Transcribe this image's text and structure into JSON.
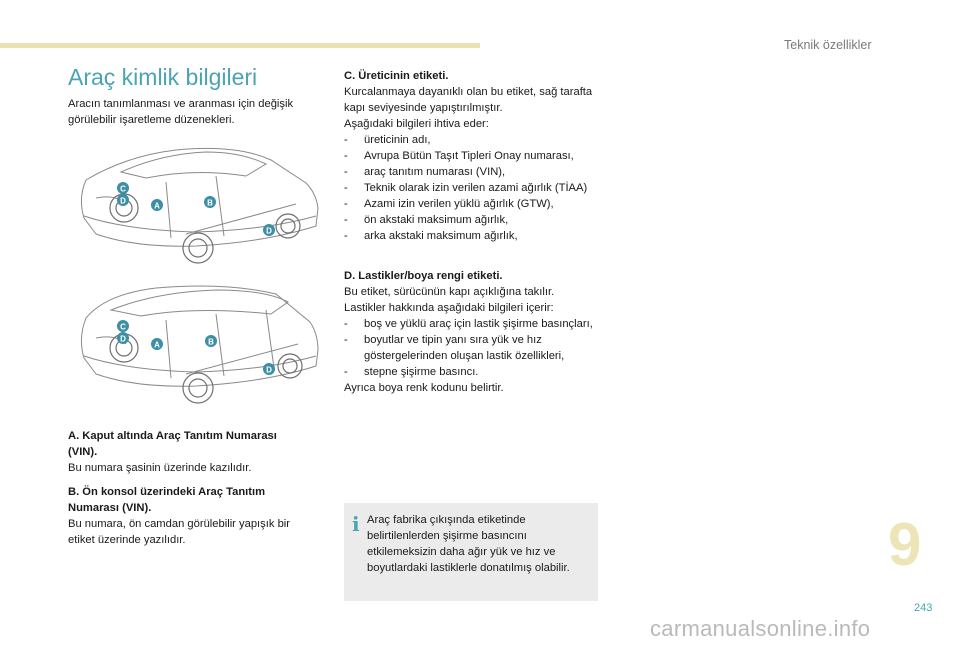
{
  "header": {
    "section": "Teknik özellikler"
  },
  "title": "Araç kimlik bilgileri",
  "intro": "Aracın tanımlanması ve aranması için değişik görülebilir işaretleme düzenekleri.",
  "markers": {
    "a": "A",
    "b": "B",
    "c": "C",
    "d": "D"
  },
  "colors": {
    "accent": "#4ba3b4",
    "band": "#e9e3b4",
    "marker": "#3d8fa6"
  },
  "block_a": {
    "title": "A. Kaput altında Araç Tanıtım Numarası (VIN).",
    "text": "Bu numara şasinin üzerinde kazılıdır."
  },
  "block_b": {
    "title": "B. Ön konsol üzerindeki Araç Tanıtım Numarası (VIN).",
    "text": "Bu numara, ön camdan görülebilir yapışık bir etiket üzerinde yazılıdır."
  },
  "block_c": {
    "title": "C. Üreticinin etiketi.",
    "p1": "Kurcalanmaya dayanıklı olan bu etiket, sağ tarafta kapı seviyesinde yapıştırılmıştır.",
    "p2": "Aşağıdaki bilgileri ihtiva eder:",
    "items": [
      "üreticinin adı,",
      "Avrupa Bütün Taşıt Tipleri Onay numarası,",
      "araç tanıtım numarası (VIN),",
      "Teknik olarak izin verilen azami ağırlık (TİAA)",
      "Azami izin verilen yüklü ağırlık (GTW),",
      "ön akstaki maksimum ağırlık,",
      "arka akstaki maksimum ağırlık,"
    ]
  },
  "block_d": {
    "title": "D. Lastikler/boya rengi etiketi.",
    "p1": "Bu etiket, sürücünün kapı açıklığına takılır.",
    "p2": "Lastikler hakkında aşağıdaki bilgileri içerir:",
    "items": [
      "boş ve yüklü araç için lastik şişirme basınçları,",
      "boyutlar ve tipin yanı sıra yük ve hız göstergelerinden oluşan lastik özellikleri,",
      "stepne şişirme basıncı."
    ],
    "p3": "Ayrıca boya renk kodunu belirtir."
  },
  "info": {
    "icon": "info-icon",
    "text": "Araç fabrika çıkışında etiketinde belirtilenlerden şişirme basıncını etkilemeksizin daha ağır yük ve hız ve boyutlardaki lastiklerle donatılmış olabilir."
  },
  "chapter_number": "9",
  "page_number": "243",
  "watermark": "carmanualsonline.info"
}
